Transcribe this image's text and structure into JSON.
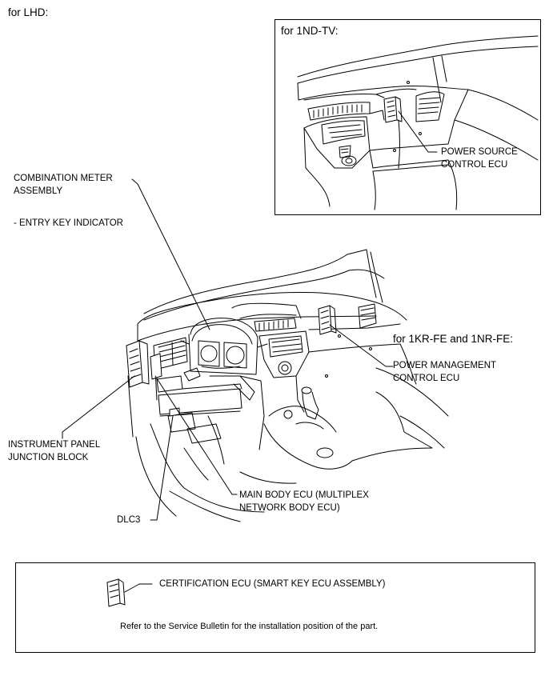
{
  "header": {
    "lhd": "for LHD:"
  },
  "inset": {
    "title": "for 1ND-TV:",
    "power_source_1": "POWER SOURCE",
    "power_source_2": "CONTROL ECU"
  },
  "main": {
    "engine_label": "for 1KR-FE and 1NR-FE:",
    "combination_meter_1": "COMBINATION METER",
    "combination_meter_2": "ASSEMBLY",
    "entry_key": "- ENTRY KEY INDICATOR",
    "power_mgmt_1": "POWER MANAGEMENT",
    "power_mgmt_2": "CONTROL ECU",
    "junction_1": "INSTRUMENT PANEL",
    "junction_2": "JUNCTION BLOCK",
    "main_body_1": "MAIN BODY ECU (MULTIPLEX",
    "main_body_2": "NETWORK BODY ECU)",
    "dlc3": "DLC3"
  },
  "note": {
    "certification": "CERTIFICATION ECU (SMART KEY ECU ASSEMBLY)",
    "refer": "Refer to the Service Bulletin for the installation position of the part."
  }
}
